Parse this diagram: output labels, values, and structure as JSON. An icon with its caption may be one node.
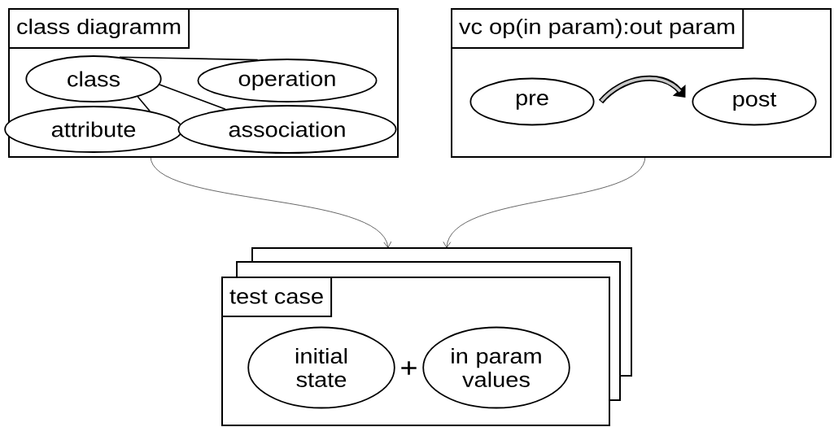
{
  "diagram": {
    "nodes": [
      {
        "text": [
          "class diagramm"
        ]
      },
      {
        "text": [
          "class"
        ],
        "in": 0
      },
      {
        "text": [
          "operation"
        ],
        "in": 0
      },
      {
        "text": [
          "attribute"
        ],
        "in": 0
      },
      {
        "text": [
          "association"
        ],
        "in": 0
      },
      {
        "text": [
          "vc op(in param):out param"
        ]
      },
      {
        "text": [
          "pre"
        ],
        "in": 5
      },
      {
        "text": [
          "post"
        ],
        "in": 5
      },
      {
        "text": [
          "test case"
        ]
      },
      {
        "text": [
          "initial state"
        ],
        "in": 8
      },
      {
        "text": [
          "in param values"
        ],
        "in": 8
      }
    ],
    "edges": [
      {
        "from": 1,
        "to": 2,
        "arrow": "none"
      },
      {
        "from": 1,
        "to": 4,
        "arrow": "none"
      },
      {
        "from": 1,
        "to": 3,
        "arrow": "none"
      },
      {
        "from": 6,
        "to": 7,
        "arrow": "to",
        "style": "thick"
      },
      {
        "from": 0,
        "to": 8,
        "arrow": "to"
      },
      {
        "from": 5,
        "to": 8,
        "arrow": "to"
      }
    ],
    "labels": [
      "+"
    ]
  }
}
